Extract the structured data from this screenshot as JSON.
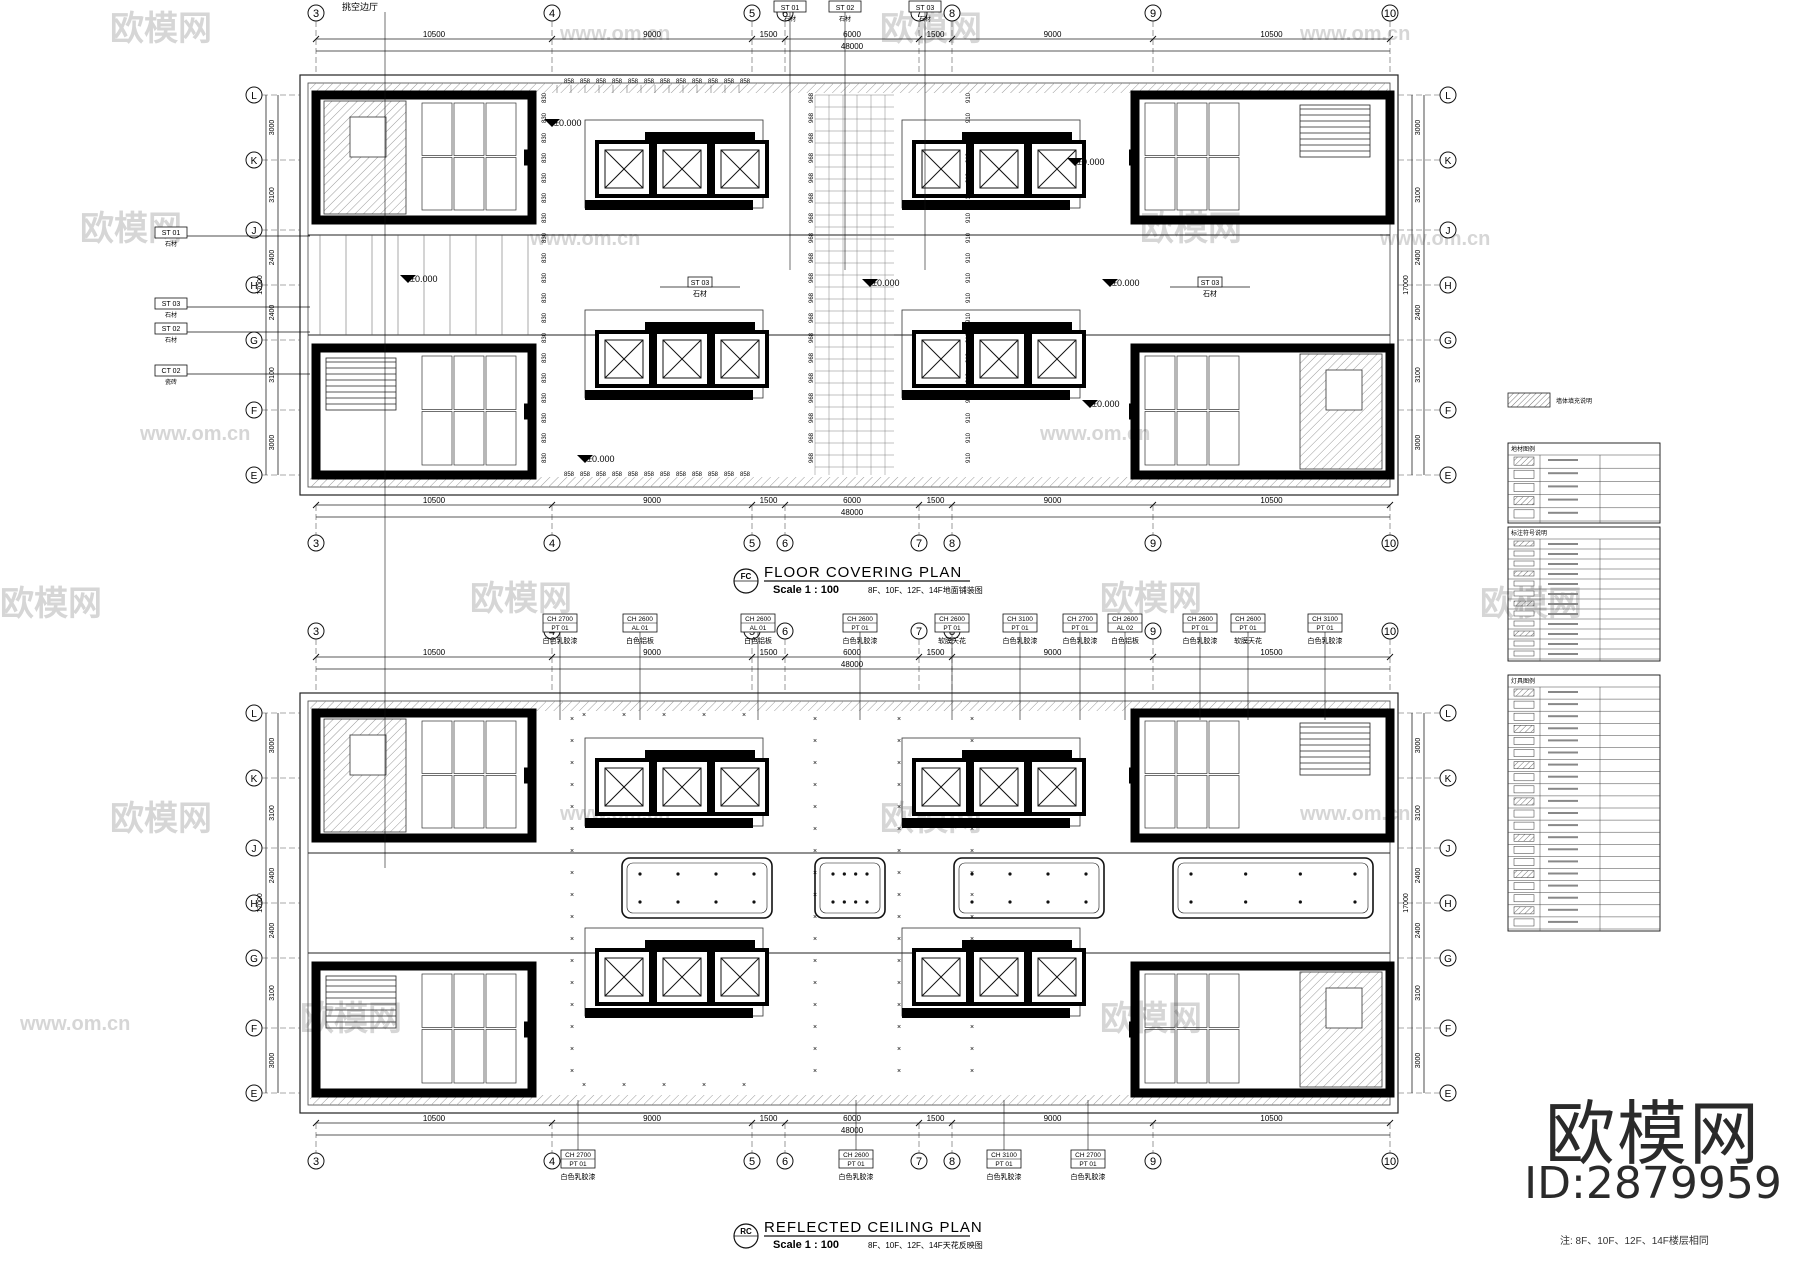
{
  "watermark": {
    "brand": "欧模网",
    "url": "www.om.cn",
    "short_url": "om.cn"
  },
  "floor_plan": {
    "title": "FLOOR COVERING PLAN",
    "scale": "Scale 1 : 100",
    "subtitle": "8F、10F、12F、14F地面铺装图",
    "badge": "FC"
  },
  "ceiling_plan": {
    "title": "REFLECTED CEILING PLAN",
    "scale": "Scale 1 : 100",
    "subtitle": "8F、10F、12F、14F天花反映图",
    "badge": "RC"
  },
  "grid": {
    "columns": [
      "3",
      "4",
      "5",
      "6",
      "7",
      "8",
      "9",
      "10"
    ],
    "rows": [
      "L",
      "K",
      "J",
      "H",
      "G",
      "F",
      "E"
    ],
    "column_dims": [
      "10500",
      "9000",
      "1500",
      "6000",
      "1500",
      "9000",
      "10500"
    ],
    "total_width": "48000",
    "row_dims": [
      "3000",
      "3100",
      "2400",
      "2400",
      "3100",
      "3000"
    ],
    "total_depth": "17000"
  },
  "floor_tags": {
    "top": [
      "ST 01",
      "ST 02",
      "ST 03"
    ],
    "top_sub": [
      "石材",
      "石材",
      "石材"
    ],
    "left": [
      "ST 01",
      "ST 03",
      "ST 02",
      "CT 02"
    ],
    "left_sub": [
      "石材",
      "石材",
      "石材",
      "瓷砖"
    ],
    "center": [
      "ST 03",
      "ST 03"
    ],
    "center_sub": [
      "石材",
      "石材"
    ],
    "levels": [
      "±0.000",
      "±0.000",
      "±0.000",
      "±0.000",
      "±0.000",
      "±0.000",
      "±0.000"
    ]
  },
  "ceiling_tags": {
    "top": [
      {
        "h": "CH 2700",
        "c": "PT 01",
        "s": "白色乳胶漆"
      },
      {
        "h": "CH 2600",
        "c": "AL 01",
        "s": "白色铝板"
      },
      {
        "h": "CH 2600",
        "c": "AL 01",
        "s": "白色铝板"
      },
      {
        "h": "CH 2600",
        "c": "PT 01",
        "s": "白色乳胶漆"
      },
      {
        "h": "CH 2600",
        "c": "PT 01",
        "s": "软膜天花"
      },
      {
        "h": "CH 3100",
        "c": "PT 01",
        "s": "白色乳胶漆"
      },
      {
        "h": "CH 2700",
        "c": "PT 01",
        "s": "白色乳胶漆"
      },
      {
        "h": "CH 2600",
        "c": "AL 02",
        "s": "白色铝板"
      },
      {
        "h": "CH 2600",
        "c": "PT 01",
        "s": "白色乳胶漆"
      },
      {
        "h": "CH 2600",
        "c": "PT 01",
        "s": "软膜天花"
      },
      {
        "h": "CH 3100",
        "c": "PT 01",
        "s": "白色乳胶漆"
      }
    ],
    "bottom": [
      {
        "h": "CH 2700",
        "c": "PT 01",
        "s": "白色乳胶漆"
      },
      {
        "h": "CH 2600",
        "c": "PT 01",
        "s": "白色乳胶漆"
      },
      {
        "h": "CH 3100",
        "c": "PT 01",
        "s": "白色乳胶漆"
      },
      {
        "h": "CH 2700",
        "c": "PT 01",
        "s": "白色乳胶漆"
      }
    ],
    "top_left_label": "挑空边厅"
  },
  "legend": {
    "box1_title": "地材图例",
    "box2_title": "标注符号说明",
    "box3_title": "灯具图例",
    "swatch_label": "墙体填充说明"
  },
  "brand_logo": "欧模网",
  "brand_id": "ID:2879959",
  "footer_note": "注: 8F、10F、12F、14F楼层相同"
}
